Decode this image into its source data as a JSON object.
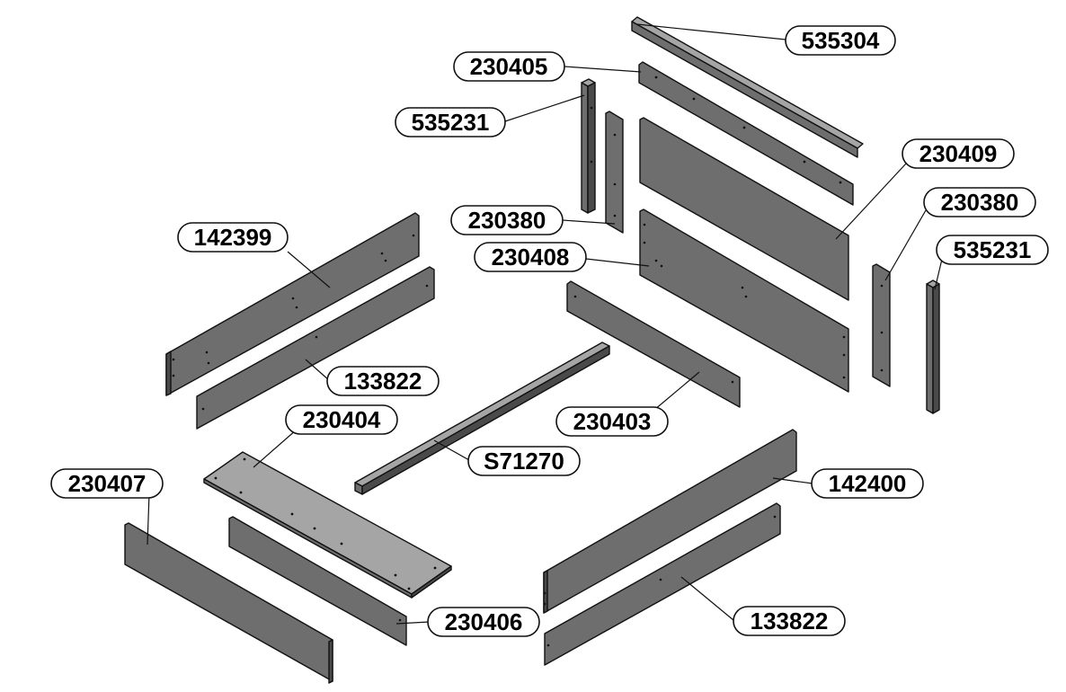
{
  "labels": {
    "l535304": "535304",
    "l230405": "230405",
    "l535231a": "535231",
    "l230409": "230409",
    "l142399": "142399",
    "l230380a": "230380",
    "l230380b": "230380",
    "l230408": "230408",
    "l535231b": "535231",
    "l133822a": "133822",
    "l230403": "230403",
    "l230404": "230404",
    "l230407": "230407",
    "l142400": "142400",
    "lS71270": "S71270",
    "l230406": "230406",
    "l133822b": "133822"
  },
  "colors": {
    "panel": "#6e6e6e",
    "panel_top": "#a5a5a5",
    "outline": "#111111",
    "background": "#ffffff"
  }
}
